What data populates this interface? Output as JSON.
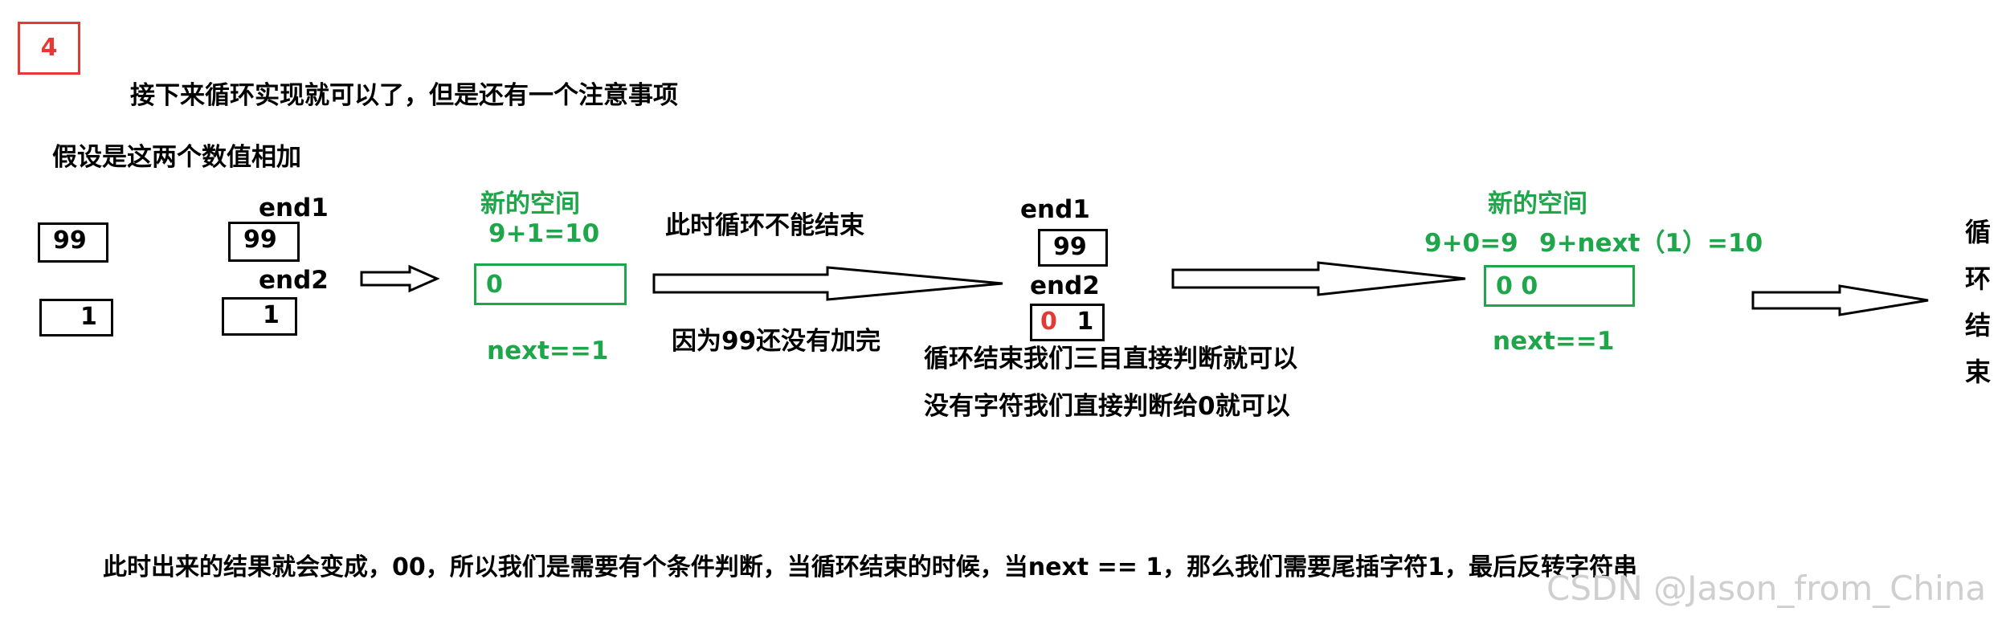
{
  "step": "4",
  "headline": "接下来循环实现就可以了，但是还有一个注意事项",
  "assume": "假设是这两个数值相加",
  "panel1": {
    "a": "99",
    "b": "1"
  },
  "panel2": {
    "end1": "end1",
    "end2": "end2",
    "a": "99",
    "b": "1"
  },
  "panel3": {
    "title": "新的空间",
    "calc": "9+1=10",
    "value": "0",
    "next": "next==1"
  },
  "note1": "此时循环不能结束",
  "note2": "因为99还没有加完",
  "panel4": {
    "end1": "end1",
    "end2": "end2",
    "a": "99",
    "b_red": "0",
    "b": "1"
  },
  "note3": "循环结束我们三目直接判断就可以",
  "note4": "没有字符我们直接判断给0就可以",
  "panel5": {
    "title": "新的空间",
    "calc1": "9+0=9",
    "calc2": "9+next（1）=10",
    "value": "0 0",
    "next": "next==1"
  },
  "end_chars": [
    "循",
    "环",
    "结",
    "束"
  ],
  "summary": "此时出来的结果就会变成，00，所以我们是需要有个条件判断，当循环结束的时候，当next ==  1，那么我们需要尾插字符1，最后反转字符串",
  "watermark": "CSDN @Jason_from_China",
  "colors": {
    "green": "#1fa64a",
    "red": "#e53935"
  }
}
